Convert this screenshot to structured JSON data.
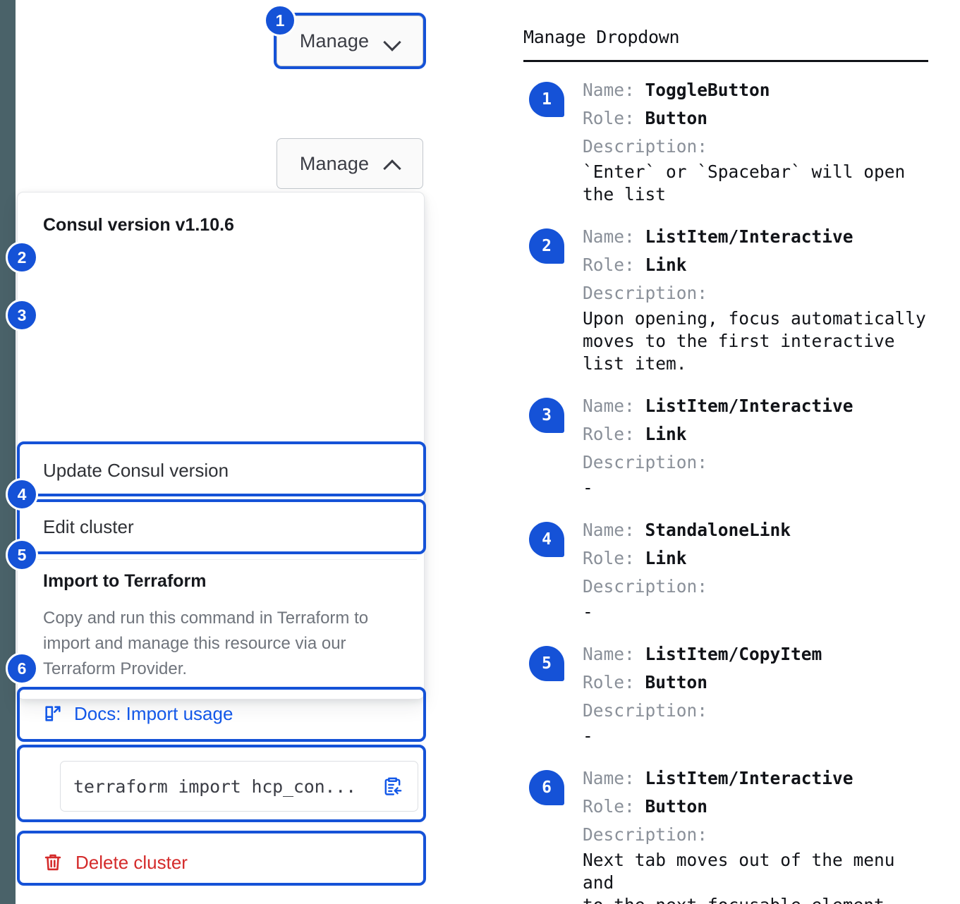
{
  "rail": {
    "color": "#4a6269"
  },
  "accent": {
    "blue": "#1552d7",
    "link": "#1358e8",
    "danger": "#d42b2b"
  },
  "ui": {
    "toggle_label_closed": "Manage",
    "toggle_label_open": "Manage",
    "chevron_down_icon": "chevron-down",
    "chevron_up_icon": "chevron-up",
    "dropdown": {
      "header": "Consul version v1.10.6",
      "update_item": "Update Consul version",
      "edit_item": "Edit cluster",
      "terraform_title": "Import to Terraform",
      "terraform_desc": "Copy and run this command in Terraform to import and manage this resource via our Terraform Provider.",
      "docs_link": "Docs: Import usage",
      "docs_icon": "docs-external-link-icon",
      "command": "terraform import hcp_con...",
      "copy_icon": "clipboard-copy-icon",
      "delete_item": "Delete cluster",
      "trash_icon": "trash-icon"
    }
  },
  "markers": [
    {
      "n": "1"
    },
    {
      "n": "2"
    },
    {
      "n": "3"
    },
    {
      "n": "4"
    },
    {
      "n": "5"
    },
    {
      "n": "6"
    }
  ],
  "annotations": {
    "title": "Manage Dropdown",
    "labels": {
      "name": "Name:",
      "role": "Role:",
      "description": "Description:"
    },
    "items": [
      {
        "num": "1",
        "name": "ToggleButton",
        "role": "Button",
        "description": "`Enter` or `Spacebar` will open\nthe list"
      },
      {
        "num": "2",
        "name": "ListItem/Interactive",
        "role": "Link",
        "description": "Upon opening, focus automatically\nmoves to the first interactive\nlist item."
      },
      {
        "num": "3",
        "name": "ListItem/Interactive",
        "role": "Link",
        "description": "-"
      },
      {
        "num": "4",
        "name": "StandaloneLink",
        "role": "Link",
        "description": "-"
      },
      {
        "num": "5",
        "name": "ListItem/CopyItem",
        "role": "Button",
        "description": "-"
      },
      {
        "num": "6",
        "name": "ListItem/Interactive",
        "role": "Button",
        "description": "Next tab moves out of the menu and\nto the next focusable element"
      }
    ]
  }
}
